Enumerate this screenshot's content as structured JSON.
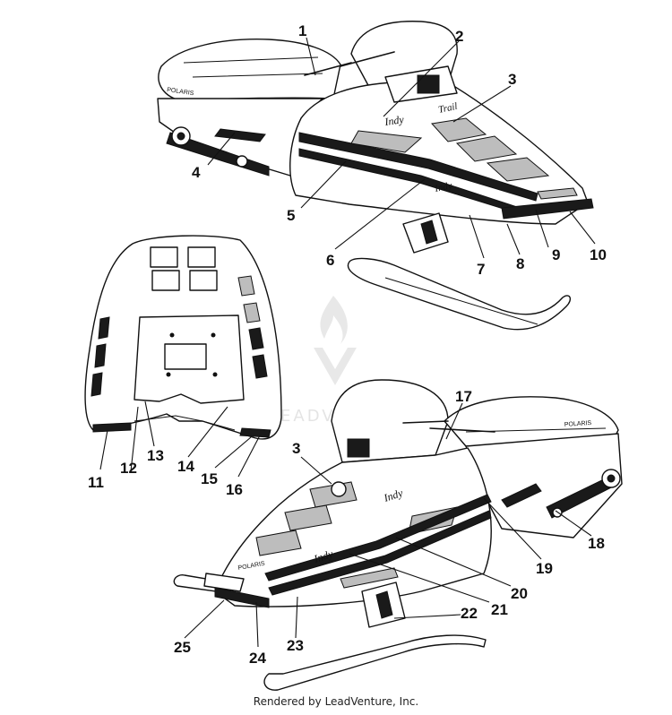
{
  "diagram": {
    "callouts": [
      {
        "id": "c1",
        "label": "1"
      },
      {
        "id": "c2",
        "label": "2"
      },
      {
        "id": "c3a",
        "label": "3"
      },
      {
        "id": "c4",
        "label": "4"
      },
      {
        "id": "c5",
        "label": "5"
      },
      {
        "id": "c6",
        "label": "6"
      },
      {
        "id": "c7",
        "label": "7"
      },
      {
        "id": "c8",
        "label": "8"
      },
      {
        "id": "c9",
        "label": "9"
      },
      {
        "id": "c10",
        "label": "10"
      },
      {
        "id": "c11",
        "label": "11"
      },
      {
        "id": "c12",
        "label": "12"
      },
      {
        "id": "c13",
        "label": "13"
      },
      {
        "id": "c14",
        "label": "14"
      },
      {
        "id": "c15",
        "label": "15"
      },
      {
        "id": "c16",
        "label": "16"
      },
      {
        "id": "c3b",
        "label": "3"
      },
      {
        "id": "c17",
        "label": "17"
      },
      {
        "id": "c18",
        "label": "18"
      },
      {
        "id": "c19",
        "label": "19"
      },
      {
        "id": "c20",
        "label": "20"
      },
      {
        "id": "c21",
        "label": "21"
      },
      {
        "id": "c22",
        "label": "22"
      },
      {
        "id": "c23",
        "label": "23"
      },
      {
        "id": "c24",
        "label": "24"
      },
      {
        "id": "c25",
        "label": "25"
      }
    ],
    "decal_text": {
      "brand": "POLARIS",
      "script_a": "Indy",
      "script_b": "Trail"
    },
    "watermark": "LEADVENTURE",
    "footer": "Rendered by LeadVenture, Inc."
  }
}
